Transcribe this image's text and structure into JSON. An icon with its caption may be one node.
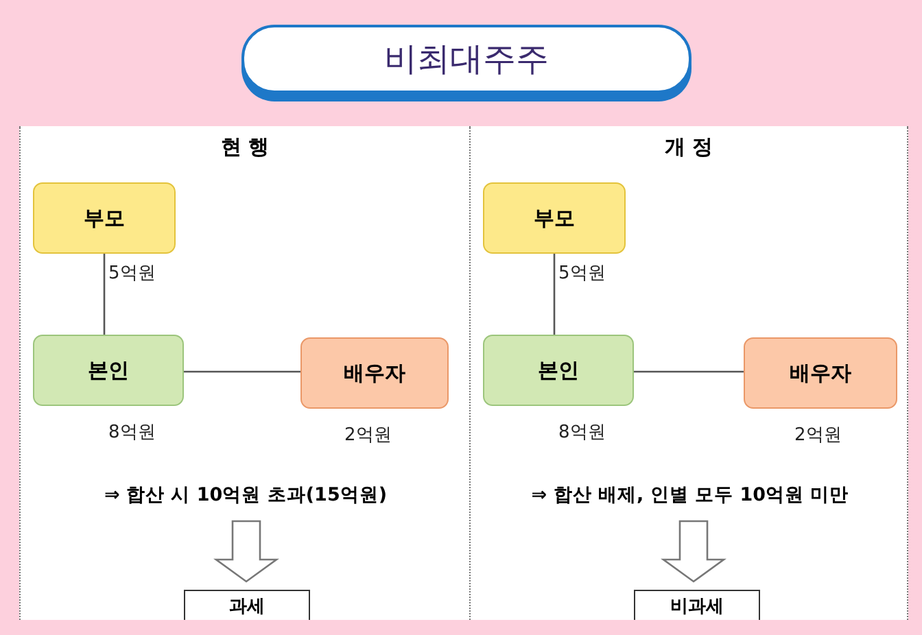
{
  "diagram": {
    "title": "비최대주주",
    "nodes": [
      {
        "text": [
          "현 행"
        ]
      },
      {
        "text": [
          "부모"
        ],
        "in": 0,
        "beside": [
          "5억원"
        ]
      },
      {
        "text": [
          "본인"
        ],
        "in": 0,
        "beside": [
          "8억원"
        ]
      },
      {
        "text": [
          "배우자"
        ],
        "in": 0,
        "beside": [
          "2억원"
        ]
      },
      {
        "text": [
          "⇒ 합산 시 10억원 초과(15억원)"
        ],
        "in": 0
      },
      {
        "text": [
          "과세"
        ],
        "in": 0
      },
      {
        "text": [
          "개 정"
        ]
      },
      {
        "text": [
          "부모"
        ],
        "in": 6,
        "beside": [
          "5억원"
        ]
      },
      {
        "text": [
          "본인"
        ],
        "in": 6,
        "beside": [
          "8억원"
        ]
      },
      {
        "text": [
          "배우자"
        ],
        "in": 6,
        "beside": [
          "2억원"
        ]
      },
      {
        "text": [
          "⇒ 합산 배제, 인별 모두 10억원 미만"
        ],
        "in": 6
      },
      {
        "text": [
          "비과세"
        ],
        "in": 6
      }
    ],
    "edges": [
      {
        "from": 1,
        "to": 2,
        "arrow": "none"
      },
      {
        "from": 2,
        "to": 3,
        "arrow": "none"
      },
      {
        "from": 4,
        "to": 5,
        "arrow": "to"
      },
      {
        "from": 7,
        "to": 8,
        "arrow": "none"
      },
      {
        "from": 8,
        "to": 9,
        "arrow": "none"
      },
      {
        "from": 10,
        "to": 11,
        "arrow": "to"
      }
    ]
  }
}
